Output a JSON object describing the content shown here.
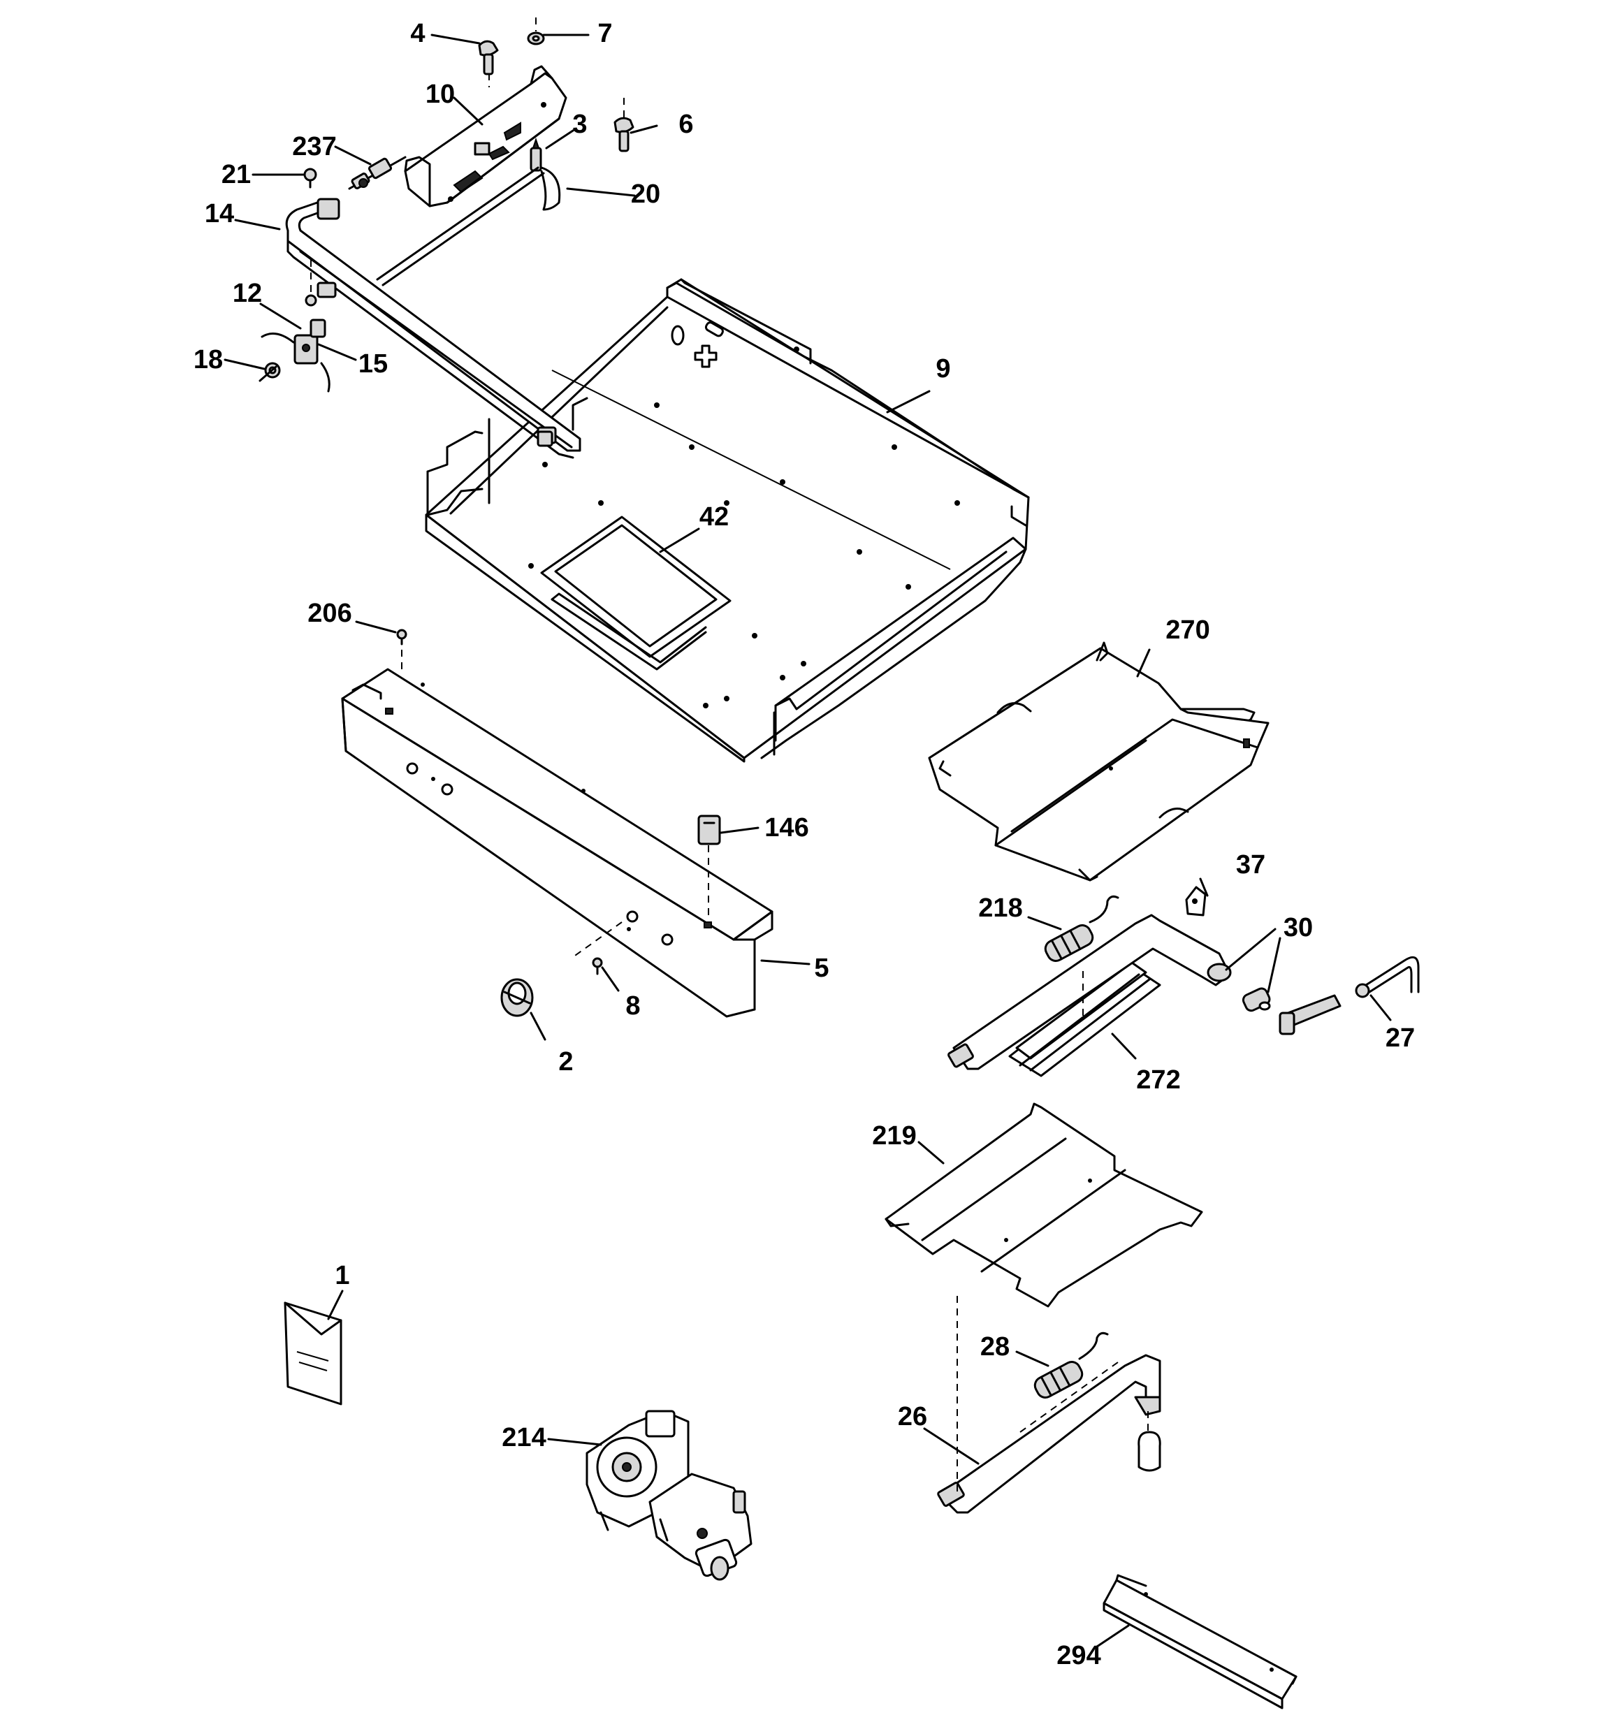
{
  "diagram": {
    "callouts": [
      "1",
      "2",
      "3",
      "4",
      "5",
      "6",
      "7",
      "8",
      "9",
      "10",
      "12",
      "14",
      "15",
      "18",
      "20",
      "21",
      "26",
      "27",
      "28",
      "30",
      "37",
      "42",
      "146",
      "206",
      "214",
      "218",
      "219",
      "237",
      "270",
      "272",
      "294"
    ]
  },
  "parts": {
    "p1_label": "1",
    "p2_label": "2",
    "p3_label": "3",
    "p4_label": "4",
    "p5_label": "5",
    "p6_label": "6",
    "p7_label": "7",
    "p8_label": "8",
    "p9_label": "9",
    "p10_label": "10",
    "p12_label": "12",
    "p14_label": "14",
    "p15_label": "15",
    "p18_label": "18",
    "p20_label": "20",
    "p21_label": "21",
    "p26_label": "26",
    "p27_label": "27",
    "p28_label": "28",
    "p30_label": "30",
    "p37_label": "37",
    "p42_label": "42",
    "p146_label": "146",
    "p206_label": "206",
    "p214_label": "214",
    "p218_label": "218",
    "p219_label": "219",
    "p237_label": "237",
    "p270_label": "270",
    "p272_label": "272",
    "p294_label": "294"
  }
}
